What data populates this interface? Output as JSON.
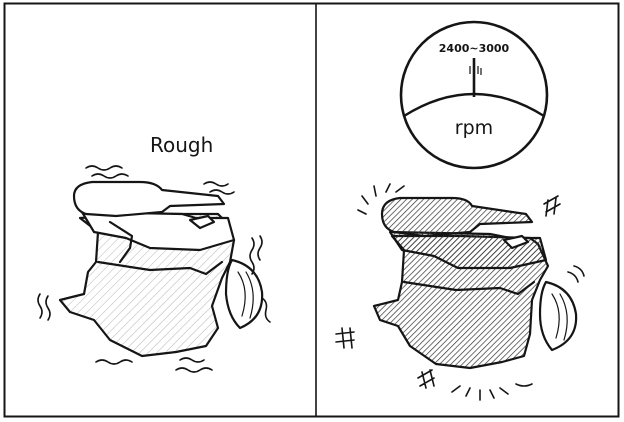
{
  "left_panel": {
    "label": "Rough"
  },
  "right_panel": {
    "gauge": {
      "range": "2400~3000",
      "unit": "rpm"
    }
  },
  "colors": {
    "ink": "#151515",
    "paper": "#ffffff",
    "hatch": "#333333"
  }
}
